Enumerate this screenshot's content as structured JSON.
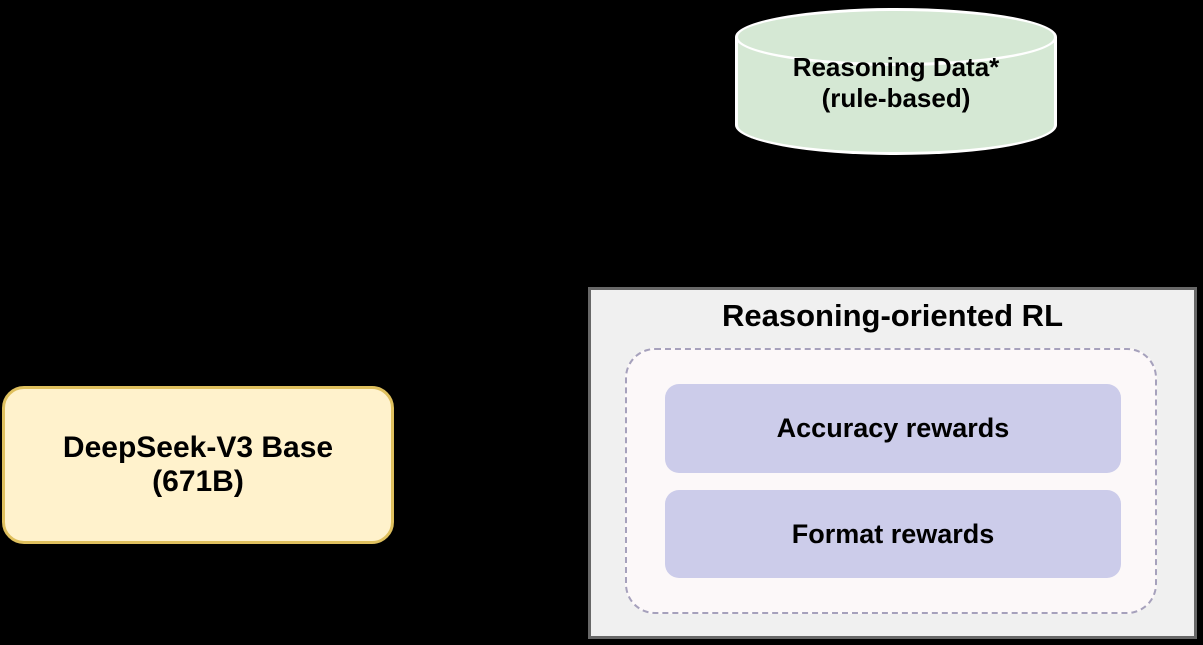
{
  "background_color": "#000000",
  "data_store": {
    "label_line1": "Reasoning Data*",
    "label_line2": "(rule-based)",
    "fill": "#d5e8d4",
    "stroke": "#ffffff"
  },
  "base_model": {
    "label_line1": "DeepSeek-V3 Base",
    "label_line2": "(671B)",
    "fill": "#fff2cc",
    "stroke": "#dfc05e"
  },
  "rl_panel": {
    "title": "Reasoning-oriented RL",
    "fill": "#f0f0f0",
    "stroke": "#686868",
    "rewards_group": {
      "fill": "#fcf8f9",
      "stroke": "#a6a1bc",
      "item_fill": "#ccccea",
      "items": [
        {
          "label": "Accuracy rewards"
        },
        {
          "label": "Format rewards"
        }
      ]
    }
  }
}
